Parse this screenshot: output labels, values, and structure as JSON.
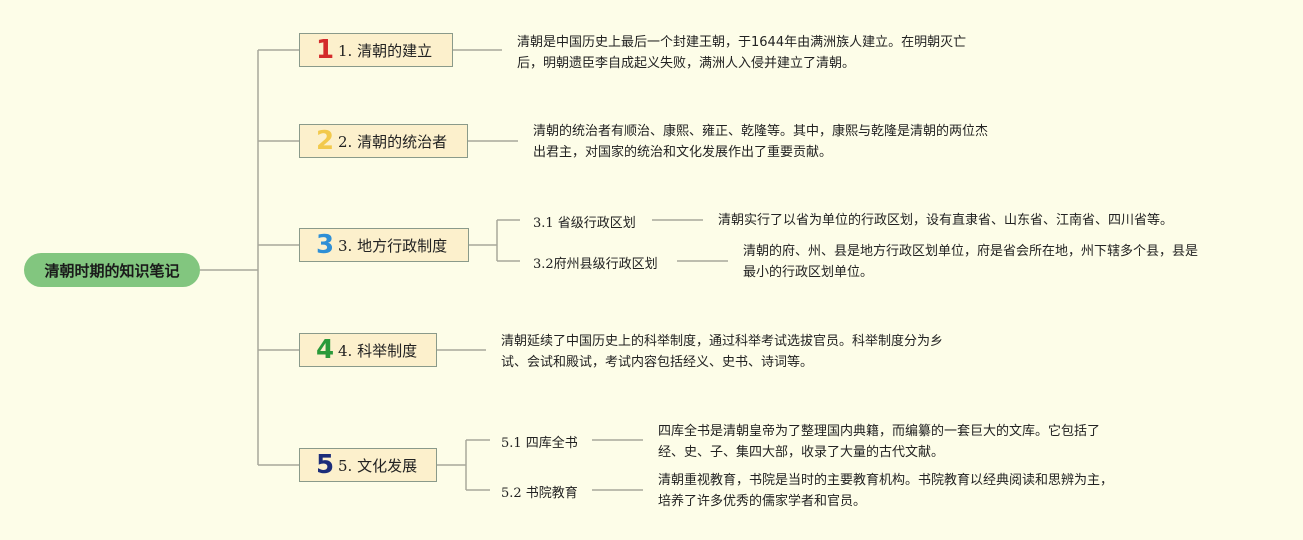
{
  "root": {
    "label": "清朝时期的知识笔记"
  },
  "branches": [
    {
      "number": "1",
      "number_color": "#d42b2b",
      "label": "1. 清朝的建立",
      "note_lines": [
        "清朝是中国历史上最后一个封建王朝，于1644年由满洲族人建立。在明朝灭亡",
        "后，明朝遗臣李自成起义失败，满洲人入侵并建立了清朝。"
      ]
    },
    {
      "number": "2",
      "number_color": "#f2c94c",
      "label": "2. 清朝的统治者",
      "note_lines": [
        "清朝的统治者有顺治、康熙、雍正、乾隆等。其中，康熙与乾隆是清朝的两位杰",
        "出君主，对国家的统治和文化发展作出了重要贡献。"
      ]
    },
    {
      "number": "3",
      "number_color": "#2f8fd6",
      "label": "3. 地方行政制度",
      "subs": [
        {
          "label": "3.1 省级行政区划",
          "note_lines": [
            "清朝实行了以省为单位的行政区划，设有直隶省、山东省、江南省、四川省等。"
          ]
        },
        {
          "label": "3.2府州县级行政区划",
          "note_lines": [
            "清朝的府、州、县是地方行政区划单位，府是省会所在地，州下辖多个县，县是",
            "最小的行政区划单位。"
          ]
        }
      ]
    },
    {
      "number": "4",
      "number_color": "#2a9a3a",
      "label": "4. 科举制度",
      "note_lines": [
        "清朝延续了中国历史上的科举制度，通过科举考试选拔官员。科举制度分为乡",
        "试、会试和殿试，考试内容包括经义、史书、诗词等。"
      ]
    },
    {
      "number": "5",
      "number_color": "#1c2d7a",
      "label": "5. 文化发展",
      "subs": [
        {
          "label": "5.1 四库全书",
          "note_lines": [
            "四库全书是清朝皇帝为了整理国内典籍，而编纂的一套巨大的文库。它包括了",
            "经、史、子、集四大部，收录了大量的古代文献。"
          ]
        },
        {
          "label": "5.2 书院教育",
          "note_lines": [
            "清朝重视教育，书院是当时的主要教育机构。书院教育以经典阅读和思辨为主，",
            "培养了许多优秀的儒家学者和官员。"
          ]
        }
      ]
    }
  ]
}
